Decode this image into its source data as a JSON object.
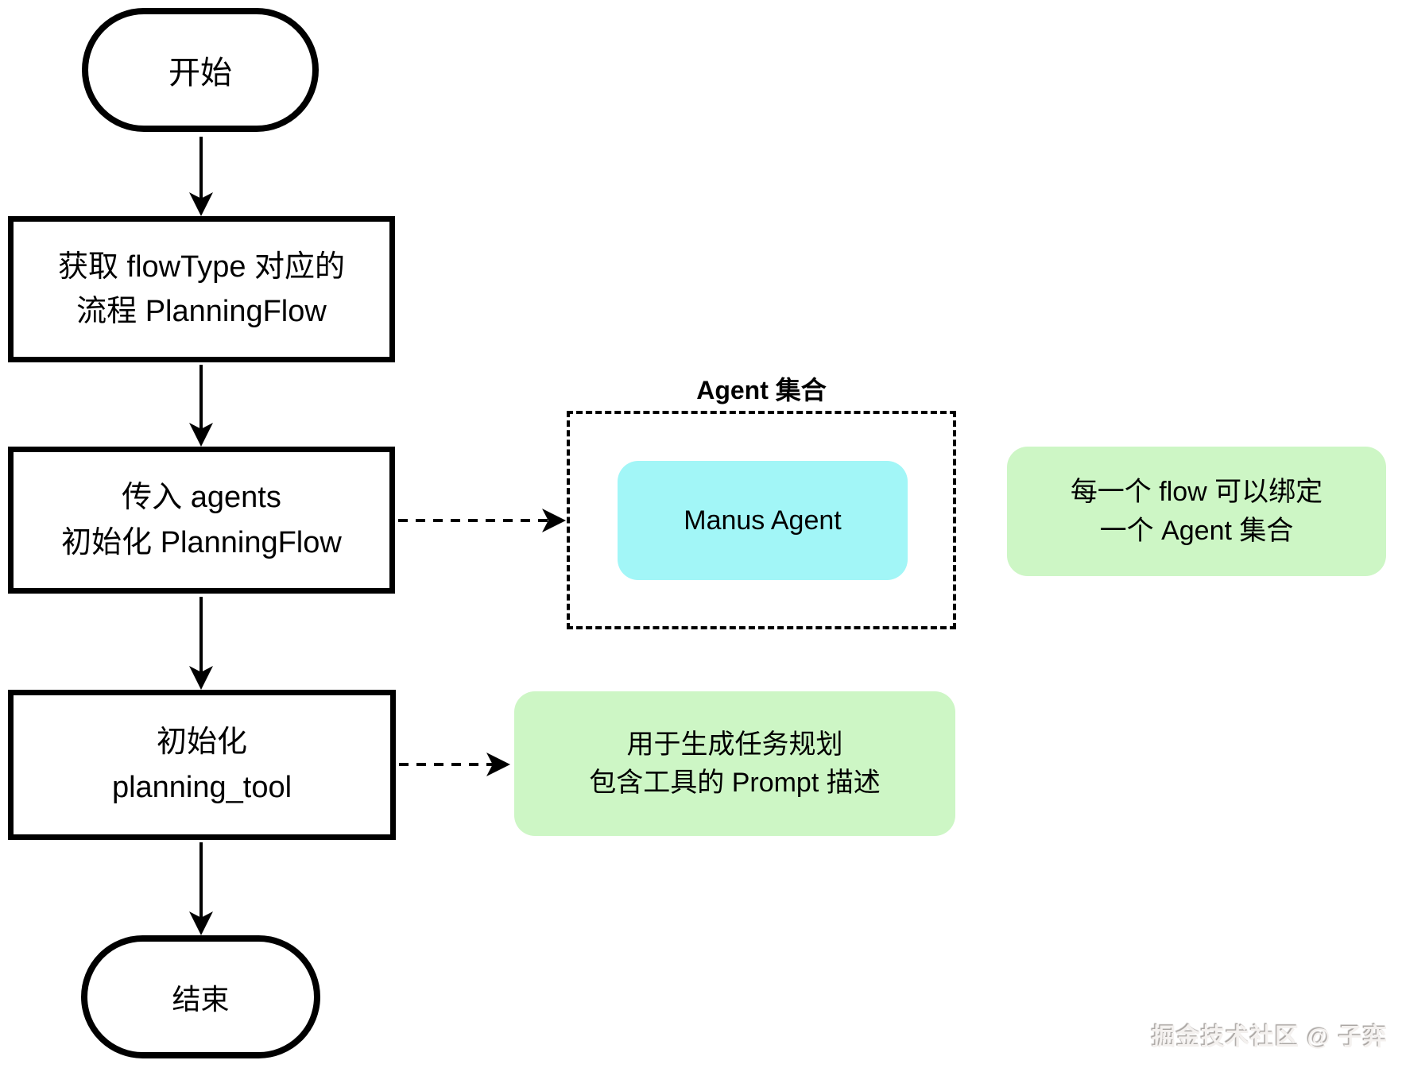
{
  "diagram": {
    "start": {
      "label": "开始"
    },
    "step_get_flow": {
      "line1": "获取 flowType 对应的",
      "line2": "流程 PlanningFlow"
    },
    "step_init_flow": {
      "line1": "传入 agents",
      "line2": "初始化 PlanningFlow"
    },
    "step_init_tool": {
      "line1": "初始化",
      "line2": "planning_tool"
    },
    "end": {
      "label": "结束"
    },
    "agent_group": {
      "title": "Agent 集合",
      "agent_label": "Manus Agent"
    },
    "notes": {
      "flow_binding": {
        "line1": "每一个 flow 可以绑定",
        "line2": "一个 Agent 集合"
      },
      "prompt_desc": {
        "line1": "用于生成任务规划",
        "line2": "包含工具的 Prompt 描述"
      }
    },
    "colors": {
      "agent_fill": "#a2f6f7",
      "note_fill": "#cdf6c5",
      "line_color": "#000000",
      "background": "#ffffff"
    },
    "watermark": "掘金技术社区 @ 子弈"
  }
}
